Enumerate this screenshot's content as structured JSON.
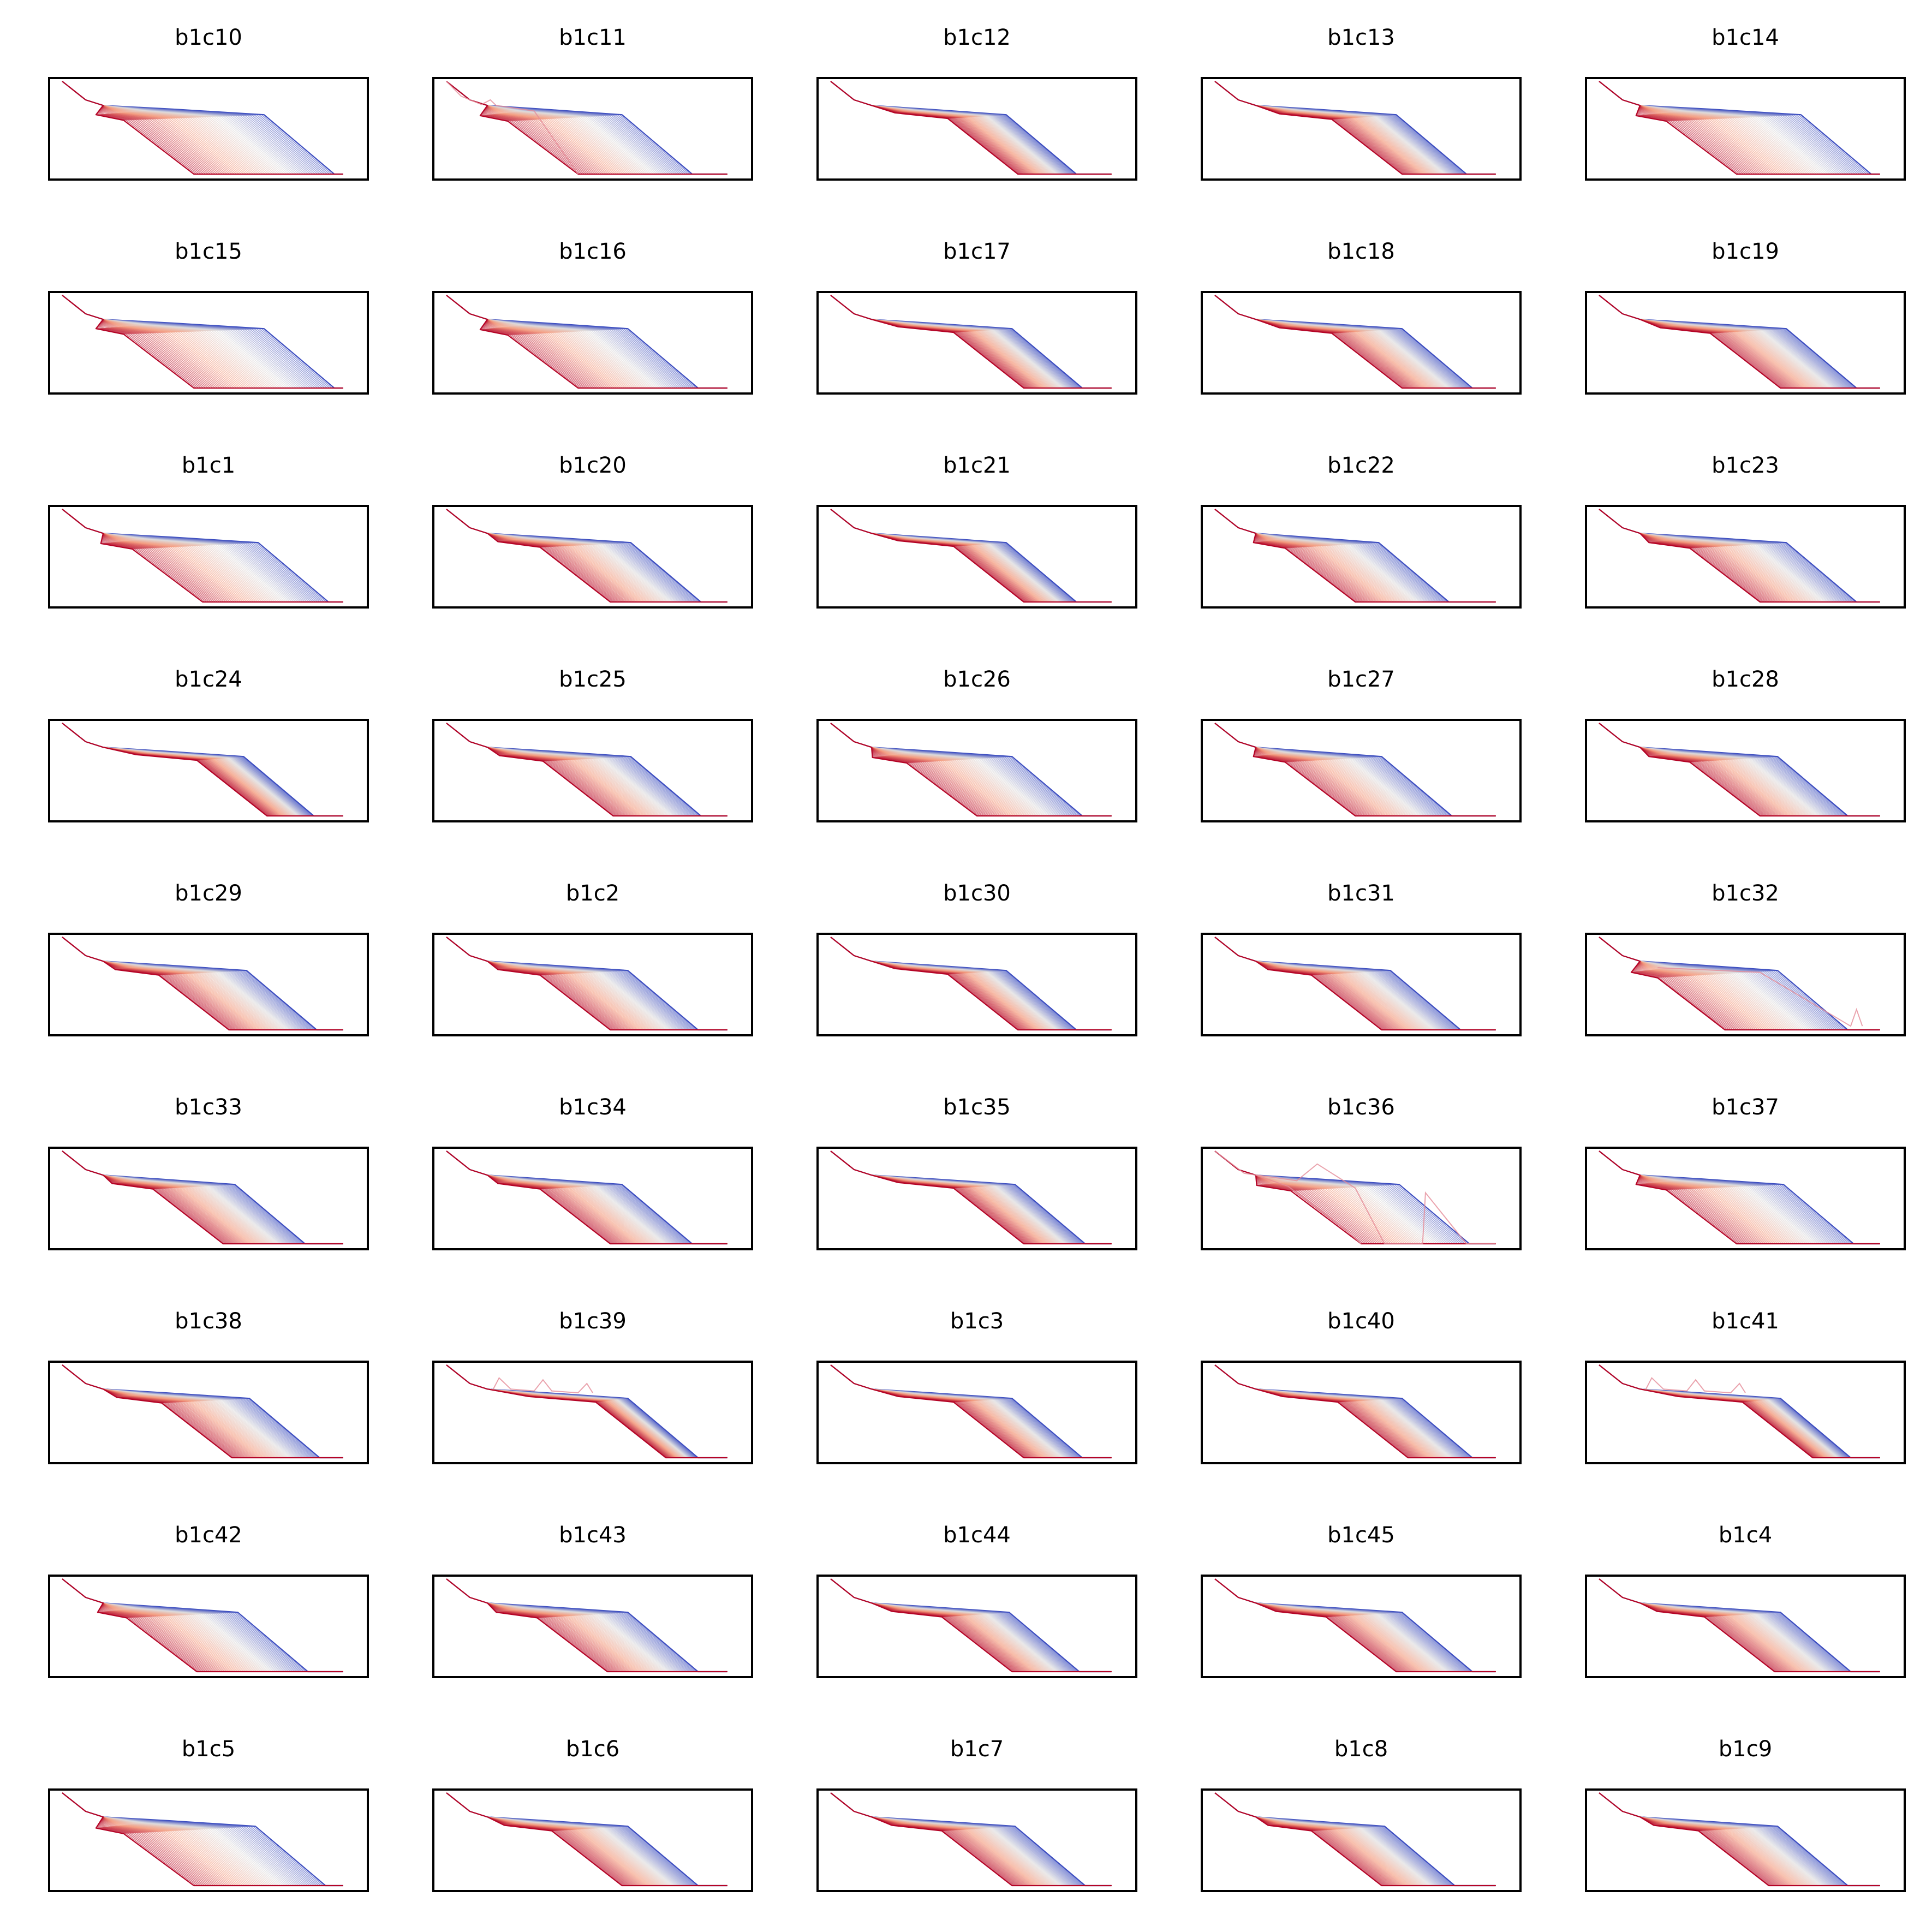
{
  "figure": {
    "background": "#ffffff",
    "frame_color": "#000000",
    "colormap": [
      "#b40426",
      "#f4987a",
      "#dddcdc",
      "#3b4cc0"
    ]
  },
  "chart_data": {
    "type": "line",
    "grid": false,
    "axes_ticks_visible": false,
    "panels": [
      {
        "title": "b1c10",
        "slow": 0.93,
        "fast": 0.45,
        "plateau": 0.72,
        "spread": 0.06,
        "density": 1.0,
        "anomaly": "none"
      },
      {
        "title": "b1c11",
        "slow": 0.84,
        "fast": 0.45,
        "plateau": 0.72,
        "spread": 0.07,
        "density": 0.9,
        "anomaly": "early-spike"
      },
      {
        "title": "b1c12",
        "slow": 0.84,
        "fast": 0.64,
        "plateau": 0.72,
        "spread": 0.04,
        "density": 1.0,
        "anomaly": "none"
      },
      {
        "title": "b1c13",
        "slow": 0.86,
        "fast": 0.64,
        "plateau": 0.72,
        "spread": 0.05,
        "density": 1.0,
        "anomaly": "none"
      },
      {
        "title": "b1c14",
        "slow": 0.93,
        "fast": 0.47,
        "plateau": 0.72,
        "spread": 0.07,
        "density": 1.0,
        "anomaly": "none"
      },
      {
        "title": "b1c15",
        "slow": 0.93,
        "fast": 0.45,
        "plateau": 0.72,
        "spread": 0.06,
        "density": 1.0,
        "anomaly": "none"
      },
      {
        "title": "b1c16",
        "slow": 0.86,
        "fast": 0.45,
        "plateau": 0.72,
        "spread": 0.07,
        "density": 1.0,
        "anomaly": "none"
      },
      {
        "title": "b1c17",
        "slow": 0.86,
        "fast": 0.66,
        "plateau": 0.72,
        "spread": 0.04,
        "density": 1.0,
        "anomaly": "none"
      },
      {
        "title": "b1c18",
        "slow": 0.88,
        "fast": 0.64,
        "plateau": 0.72,
        "spread": 0.05,
        "density": 1.0,
        "anomaly": "none"
      },
      {
        "title": "b1c19",
        "slow": 0.88,
        "fast": 0.62,
        "plateau": 0.72,
        "spread": 0.05,
        "density": 1.0,
        "anomaly": "none"
      },
      {
        "title": "b1c1",
        "slow": 0.91,
        "fast": 0.48,
        "plateau": 0.72,
        "spread": 0.07,
        "density": 1.0,
        "anomaly": "none"
      },
      {
        "title": "b1c20",
        "slow": 0.87,
        "fast": 0.56,
        "plateau": 0.72,
        "spread": 0.05,
        "density": 1.0,
        "anomaly": "none"
      },
      {
        "title": "b1c21",
        "slow": 0.84,
        "fast": 0.66,
        "plateau": 0.72,
        "spread": 0.04,
        "density": 1.0,
        "anomaly": "none"
      },
      {
        "title": "b1c22",
        "slow": 0.8,
        "fast": 0.48,
        "plateau": 0.72,
        "spread": 0.06,
        "density": 1.0,
        "anomaly": "none"
      },
      {
        "title": "b1c23",
        "slow": 0.88,
        "fast": 0.55,
        "plateau": 0.72,
        "spread": 0.06,
        "density": 1.0,
        "anomaly": "none"
      },
      {
        "title": "b1c24",
        "slow": 0.86,
        "fast": 0.7,
        "plateau": 0.72,
        "spread": 0.04,
        "density": 1.0,
        "anomaly": "none"
      },
      {
        "title": "b1c25",
        "slow": 0.87,
        "fast": 0.57,
        "plateau": 0.72,
        "spread": 0.05,
        "density": 1.0,
        "anomaly": "none"
      },
      {
        "title": "b1c26",
        "slow": 0.86,
        "fast": 0.5,
        "plateau": 0.72,
        "spread": 0.07,
        "density": 1.0,
        "anomaly": "none"
      },
      {
        "title": "b1c27",
        "slow": 0.81,
        "fast": 0.48,
        "plateau": 0.72,
        "spread": 0.06,
        "density": 1.0,
        "anomaly": "none"
      },
      {
        "title": "b1c28",
        "slow": 0.85,
        "fast": 0.55,
        "plateau": 0.72,
        "spread": 0.06,
        "density": 1.0,
        "anomaly": "none"
      },
      {
        "title": "b1c29",
        "slow": 0.87,
        "fast": 0.57,
        "plateau": 0.72,
        "spread": 0.05,
        "density": 1.0,
        "anomaly": "none"
      },
      {
        "title": "b1c2",
        "slow": 0.86,
        "fast": 0.56,
        "plateau": 0.72,
        "spread": 0.05,
        "density": 1.0,
        "anomaly": "none"
      },
      {
        "title": "b1c30",
        "slow": 0.84,
        "fast": 0.64,
        "plateau": 0.72,
        "spread": 0.04,
        "density": 1.0,
        "anomaly": "none"
      },
      {
        "title": "b1c31",
        "slow": 0.84,
        "fast": 0.57,
        "plateau": 0.72,
        "spread": 0.05,
        "density": 1.0,
        "anomaly": "none"
      },
      {
        "title": "b1c32",
        "slow": 0.85,
        "fast": 0.43,
        "plateau": 0.72,
        "spread": 0.08,
        "density": 1.0,
        "anomaly": "late-spike"
      },
      {
        "title": "b1c33",
        "slow": 0.83,
        "fast": 0.55,
        "plateau": 0.72,
        "spread": 0.05,
        "density": 1.0,
        "anomaly": "none"
      },
      {
        "title": "b1c34",
        "slow": 0.84,
        "fast": 0.56,
        "plateau": 0.72,
        "spread": 0.05,
        "density": 1.0,
        "anomaly": "none"
      },
      {
        "title": "b1c35",
        "slow": 0.87,
        "fast": 0.66,
        "plateau": 0.72,
        "spread": 0.04,
        "density": 1.0,
        "anomaly": "none"
      },
      {
        "title": "b1c36",
        "slow": 0.87,
        "fast": 0.5,
        "plateau": 0.72,
        "spread": 0.07,
        "density": 0.8,
        "anomaly": "mid-spikes"
      },
      {
        "title": "b1c37",
        "slow": 0.87,
        "fast": 0.47,
        "plateau": 0.72,
        "spread": 0.06,
        "density": 1.0,
        "anomaly": "none"
      },
      {
        "title": "b1c38",
        "slow": 0.88,
        "fast": 0.58,
        "plateau": 0.72,
        "spread": 0.05,
        "density": 1.0,
        "anomaly": "none"
      },
      {
        "title": "b1c39",
        "slow": 0.86,
        "fast": 0.75,
        "plateau": 0.72,
        "spread": 0.04,
        "density": 0.9,
        "anomaly": "small-spikes"
      },
      {
        "title": "b1c3",
        "slow": 0.86,
        "fast": 0.66,
        "plateau": 0.72,
        "spread": 0.04,
        "density": 1.0,
        "anomaly": "none"
      },
      {
        "title": "b1c40",
        "slow": 0.88,
        "fast": 0.66,
        "plateau": 0.72,
        "spread": 0.04,
        "density": 1.0,
        "anomaly": "none"
      },
      {
        "title": "b1c41",
        "slow": 0.86,
        "fast": 0.73,
        "plateau": 0.72,
        "spread": 0.04,
        "density": 0.9,
        "anomaly": "small-spikes"
      },
      {
        "title": "b1c42",
        "slow": 0.84,
        "fast": 0.46,
        "plateau": 0.72,
        "spread": 0.06,
        "density": 1.0,
        "anomaly": "none"
      },
      {
        "title": "b1c43",
        "slow": 0.86,
        "fast": 0.55,
        "plateau": 0.72,
        "spread": 0.06,
        "density": 1.0,
        "anomaly": "none"
      },
      {
        "title": "b1c44",
        "slow": 0.85,
        "fast": 0.62,
        "plateau": 0.72,
        "spread": 0.05,
        "density": 1.0,
        "anomaly": "none"
      },
      {
        "title": "b1c45",
        "slow": 0.88,
        "fast": 0.62,
        "plateau": 0.72,
        "spread": 0.05,
        "density": 1.0,
        "anomaly": "none"
      },
      {
        "title": "b1c4",
        "slow": 0.86,
        "fast": 0.6,
        "plateau": 0.72,
        "spread": 0.05,
        "density": 1.0,
        "anomaly": "none"
      },
      {
        "title": "b1c5",
        "slow": 0.9,
        "fast": 0.45,
        "plateau": 0.72,
        "spread": 0.08,
        "density": 1.0,
        "anomaly": "none"
      },
      {
        "title": "b1c6",
        "slow": 0.86,
        "fast": 0.6,
        "plateau": 0.72,
        "spread": 0.05,
        "density": 1.0,
        "anomaly": "none"
      },
      {
        "title": "b1c7",
        "slow": 0.87,
        "fast": 0.62,
        "plateau": 0.72,
        "spread": 0.05,
        "density": 1.0,
        "anomaly": "none"
      },
      {
        "title": "b1c8",
        "slow": 0.82,
        "fast": 0.57,
        "plateau": 0.72,
        "spread": 0.05,
        "density": 1.0,
        "anomaly": "none"
      },
      {
        "title": "b1c9",
        "slow": 0.85,
        "fast": 0.58,
        "plateau": 0.72,
        "spread": 0.05,
        "density": 1.0,
        "anomaly": "none"
      }
    ]
  }
}
